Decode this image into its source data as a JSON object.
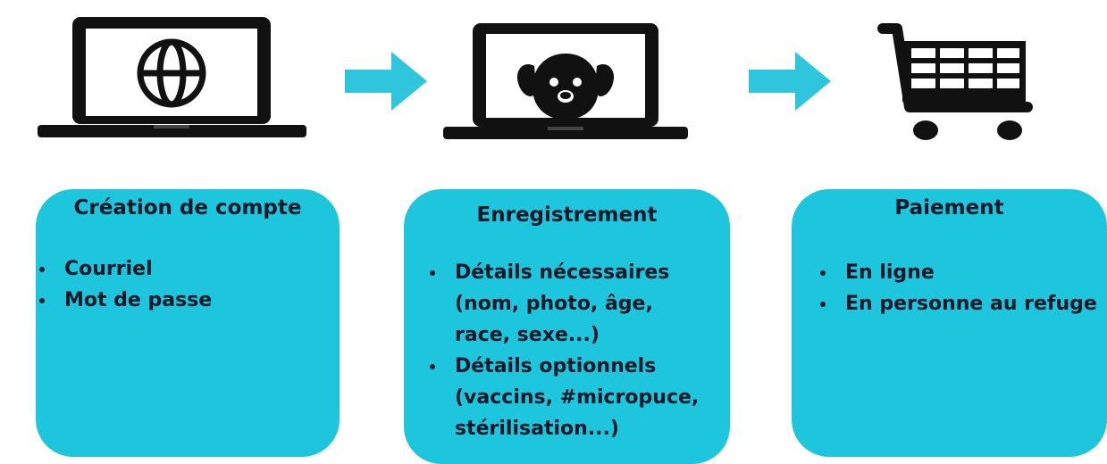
{
  "colors": {
    "accent": "#1ec6dd",
    "arrow": "#2ec5dd",
    "ink": "#111111"
  },
  "steps": [
    {
      "icon": "laptop-globe-icon",
      "title": "Création de compte",
      "items": [
        "Courriel",
        "Mot de passe"
      ]
    },
    {
      "icon": "laptop-dog-icon",
      "title": "Enregistrement",
      "items": [
        "Détails nécessaires (nom, photo, âge, race, sexe...)",
        "Détails optionnels (vaccins, #micropuce, stérilisation...)"
      ]
    },
    {
      "icon": "shopping-cart-icon",
      "title": "Paiement",
      "items": [
        "En ligne",
        "En personne au refuge"
      ]
    }
  ]
}
